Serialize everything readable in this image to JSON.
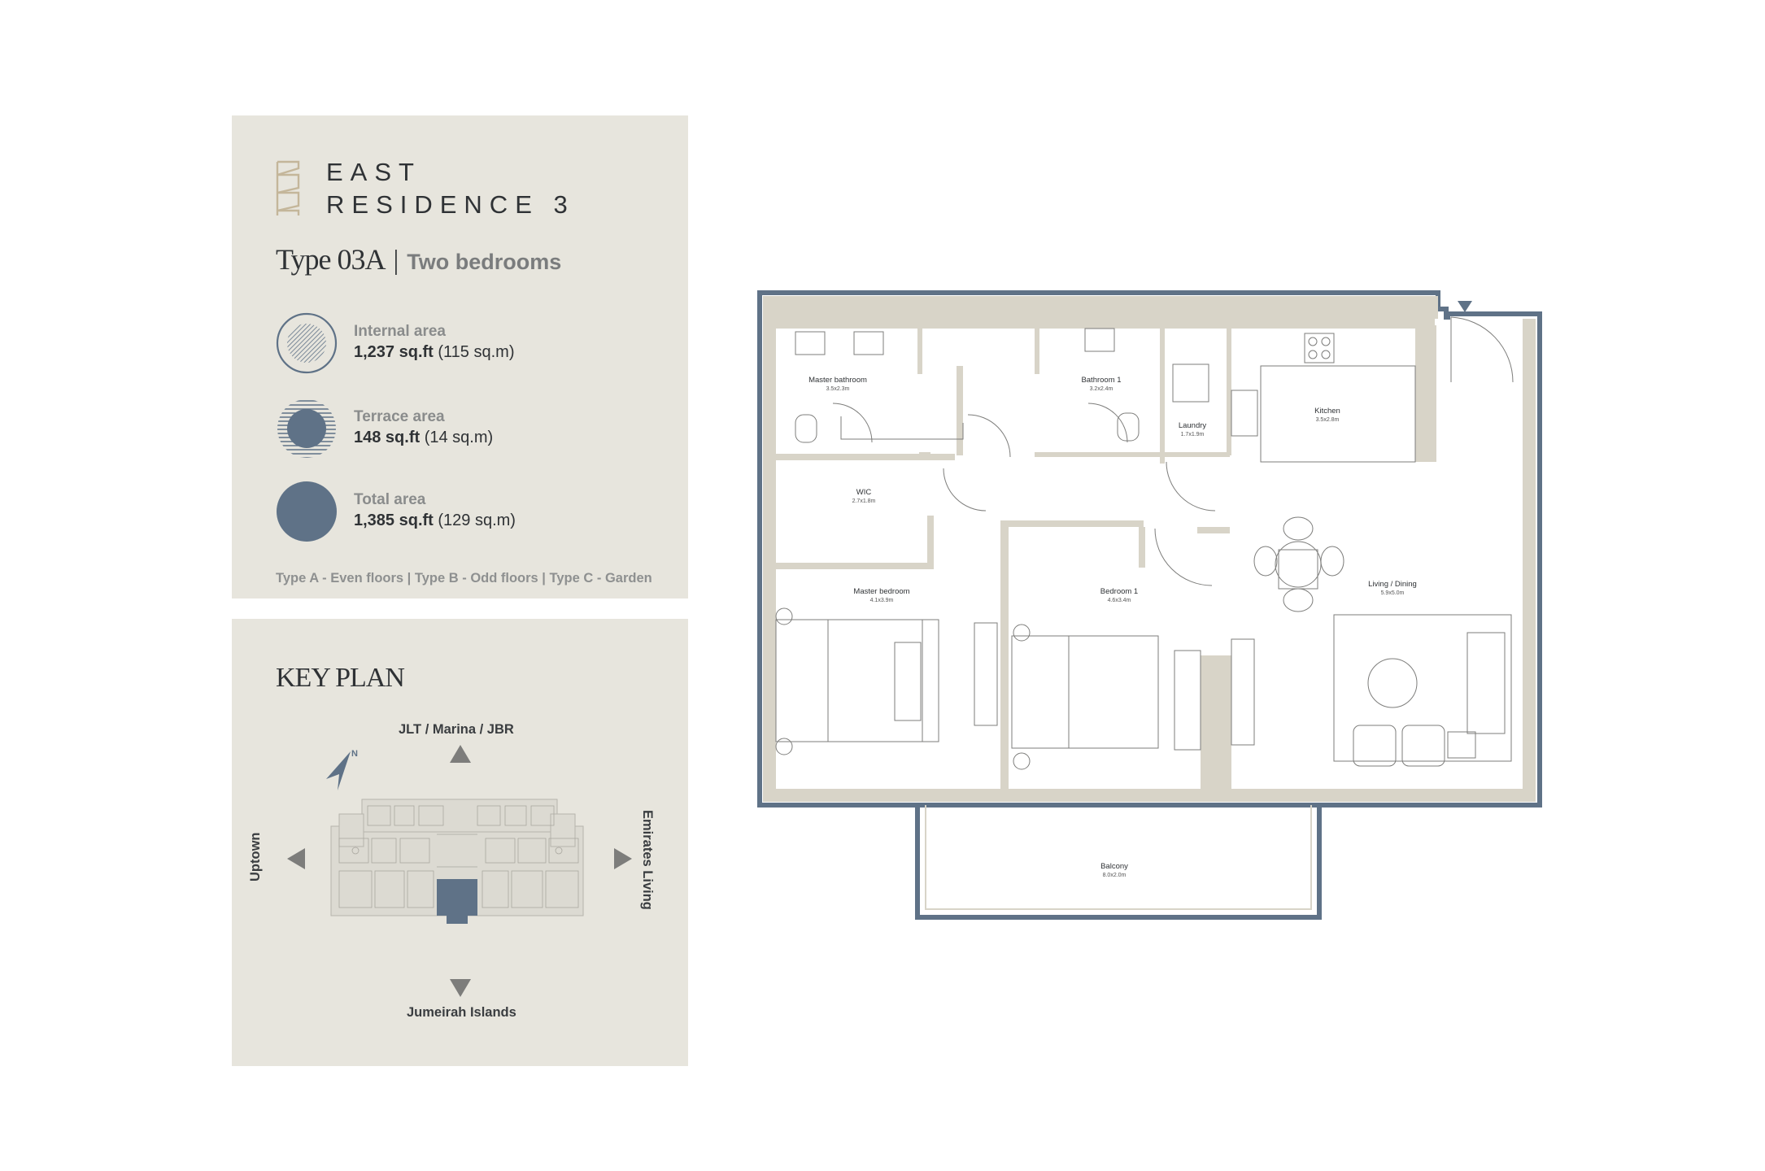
{
  "brand": {
    "line1": "EAST",
    "line2": "RESIDENCE 3"
  },
  "unit": {
    "type_code": "Type 03A",
    "separator": "|",
    "description": "Two bedrooms"
  },
  "areas": [
    {
      "label": "Internal area",
      "value_bold": "1,237 sq.ft",
      "value_rest": " (115 sq.m)",
      "icon": "internal-area-hatched-circle-icon"
    },
    {
      "label": "Terrace area",
      "value_bold": "148 sq.ft",
      "value_rest": " (14 sq.m)",
      "icon": "terrace-area-striped-circle-icon"
    },
    {
      "label": "Total area",
      "value_bold": "1,385 sq.ft",
      "value_rest": " (129 sq.m)",
      "icon": "total-area-solid-circle-icon"
    }
  ],
  "floors_note": "Type A - Even floors | Type B - Odd floors | Type C - Garden",
  "key_plan": {
    "title": "KEY PLAN",
    "north": "JLT / Marina / JBR",
    "south": "Jumeirah Islands",
    "west": "Uptown",
    "east": "Emirates Living",
    "compass_letter": "N"
  },
  "rooms": {
    "master_bathroom": {
      "name": "Master bathroom",
      "dim": "3.5x2.3m"
    },
    "bathroom1": {
      "name": "Bathroom 1",
      "dim": "3.2x2.4m"
    },
    "laundry": {
      "name": "Laundry",
      "dim": "1.7x1.9m"
    },
    "kitchen": {
      "name": "Kitchen",
      "dim": "3.5x2.8m"
    },
    "wic": {
      "name": "WIC",
      "dim": "2.7x1.8m"
    },
    "master_bedroom": {
      "name": "Master bedroom",
      "dim": "4.1x3.9m"
    },
    "bedroom1": {
      "name": "Bedroom 1",
      "dim": "4.6x3.4m"
    },
    "living": {
      "name": "Living / Dining",
      "dim": "5.9x5.0m"
    },
    "balcony": {
      "name": "Balcony",
      "dim": "8.0x2.0m"
    }
  },
  "colors": {
    "panel": "#e7e5dd",
    "accent_blue": "#5f7287",
    "wall_beige": "#d8d4c8",
    "text_gray": "#8a8c8c",
    "logo_gold": "#c4b69a"
  }
}
